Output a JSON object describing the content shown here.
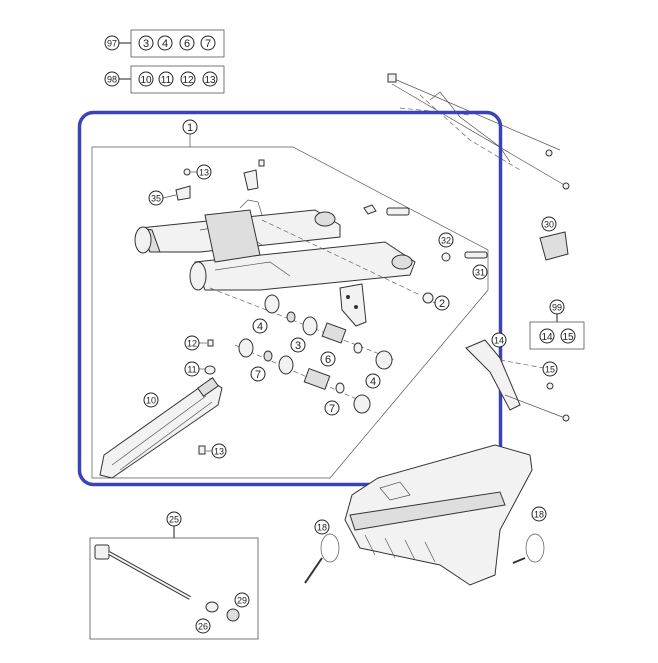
{
  "diagram": {
    "kit_97": {
      "id": "97",
      "contents": [
        "3",
        "4",
        "6",
        "7"
      ]
    },
    "kit_98": {
      "id": "98",
      "contents": [
        "10",
        "11",
        "12",
        "13"
      ]
    },
    "kit_99": {
      "id": "99",
      "contents": [
        "14",
        "15"
      ]
    },
    "kit_25": {
      "id": "25"
    },
    "highlight_color": "#3a43b8",
    "callouts": [
      {
        "key": "c1",
        "label": "1"
      },
      {
        "key": "c13a",
        "label": "13"
      },
      {
        "key": "c35",
        "label": "35"
      },
      {
        "key": "c32",
        "label": "32"
      },
      {
        "key": "c31",
        "label": "31"
      },
      {
        "key": "c2",
        "label": "2"
      },
      {
        "key": "c4a",
        "label": "4"
      },
      {
        "key": "c3",
        "label": "3"
      },
      {
        "key": "c6",
        "label": "6"
      },
      {
        "key": "c12",
        "label": "12"
      },
      {
        "key": "c11",
        "label": "11"
      },
      {
        "key": "c7a",
        "label": "7"
      },
      {
        "key": "c4b",
        "label": "4"
      },
      {
        "key": "c7b",
        "label": "7"
      },
      {
        "key": "c10",
        "label": "10"
      },
      {
        "key": "c13b",
        "label": "13"
      },
      {
        "key": "c30",
        "label": "30"
      },
      {
        "key": "c14a",
        "label": "14"
      },
      {
        "key": "c15a",
        "label": "15"
      },
      {
        "key": "c18a",
        "label": "18"
      },
      {
        "key": "c18b",
        "label": "18"
      },
      {
        "key": "c29",
        "label": "29"
      },
      {
        "key": "c26",
        "label": "26"
      }
    ]
  }
}
